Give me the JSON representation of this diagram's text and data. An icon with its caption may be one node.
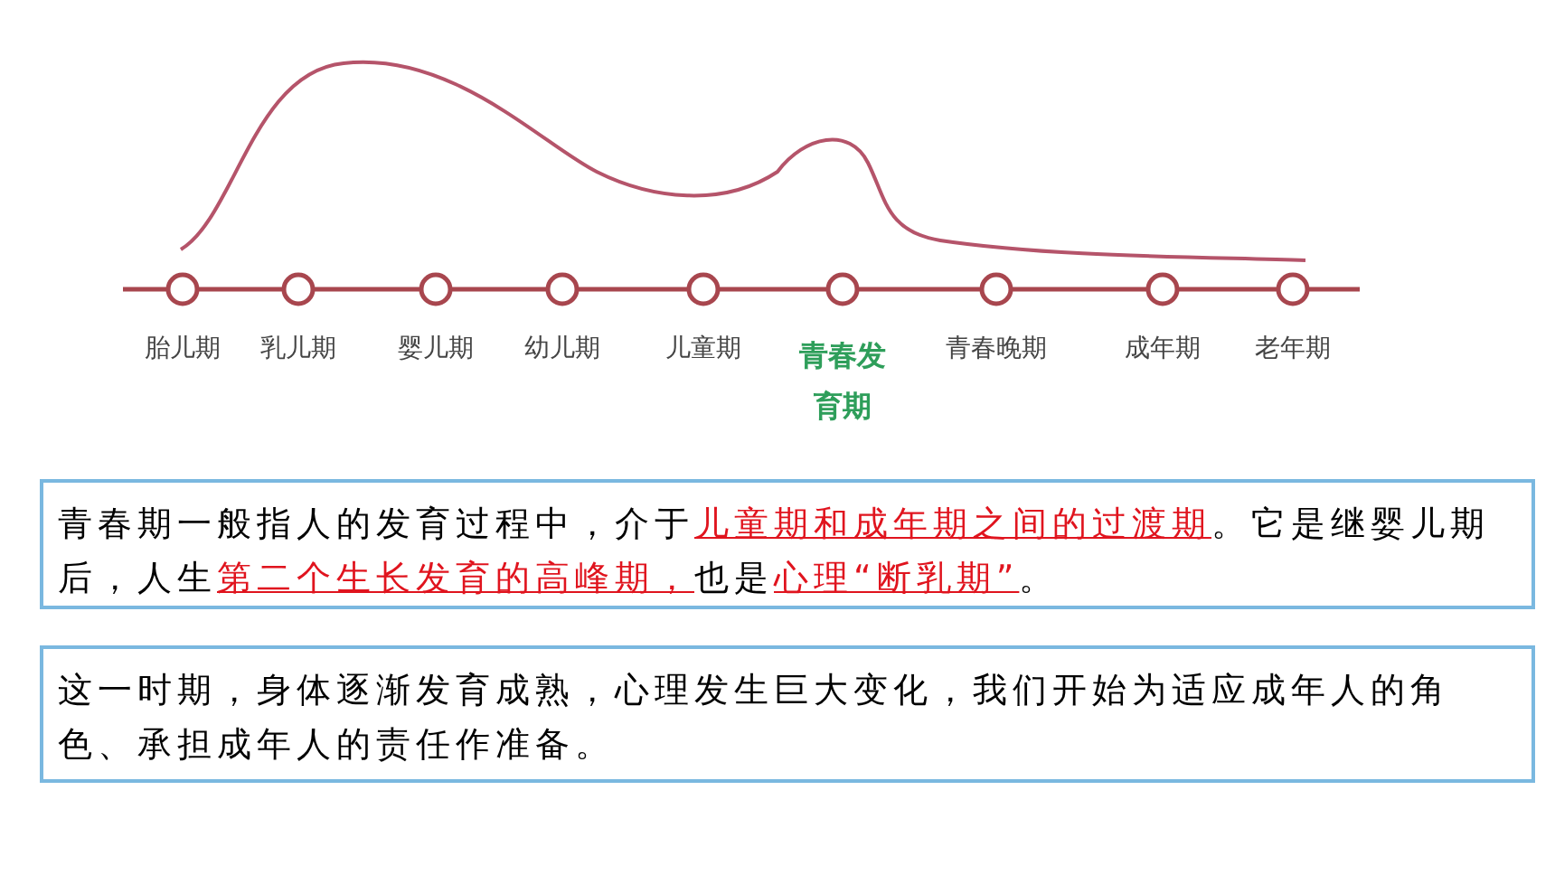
{
  "diagram": {
    "nodes": [
      {
        "text": [
          "青春期一般指人的发育过程中，介于**儿童期和成年期之间的过渡期**。它是继婴儿期后，人生**第二个生长发育的高峰期，**也是**心理“断乳期”**。"
        ]
      },
      {
        "text": [
          "这一时期，身体逐渐发育成熟，心理发生巨大变化，我们开始为适应成年人的角色、承担成年人的责任作准备。"
        ]
      }
    ],
    "edges": [],
    "labels": [
      "胎儿期",
      "乳儿期",
      "婴儿期",
      "幼儿期",
      "儿童期",
      "青春发育期",
      "青春晚期",
      "成年期",
      "老年期"
    ]
  }
}
